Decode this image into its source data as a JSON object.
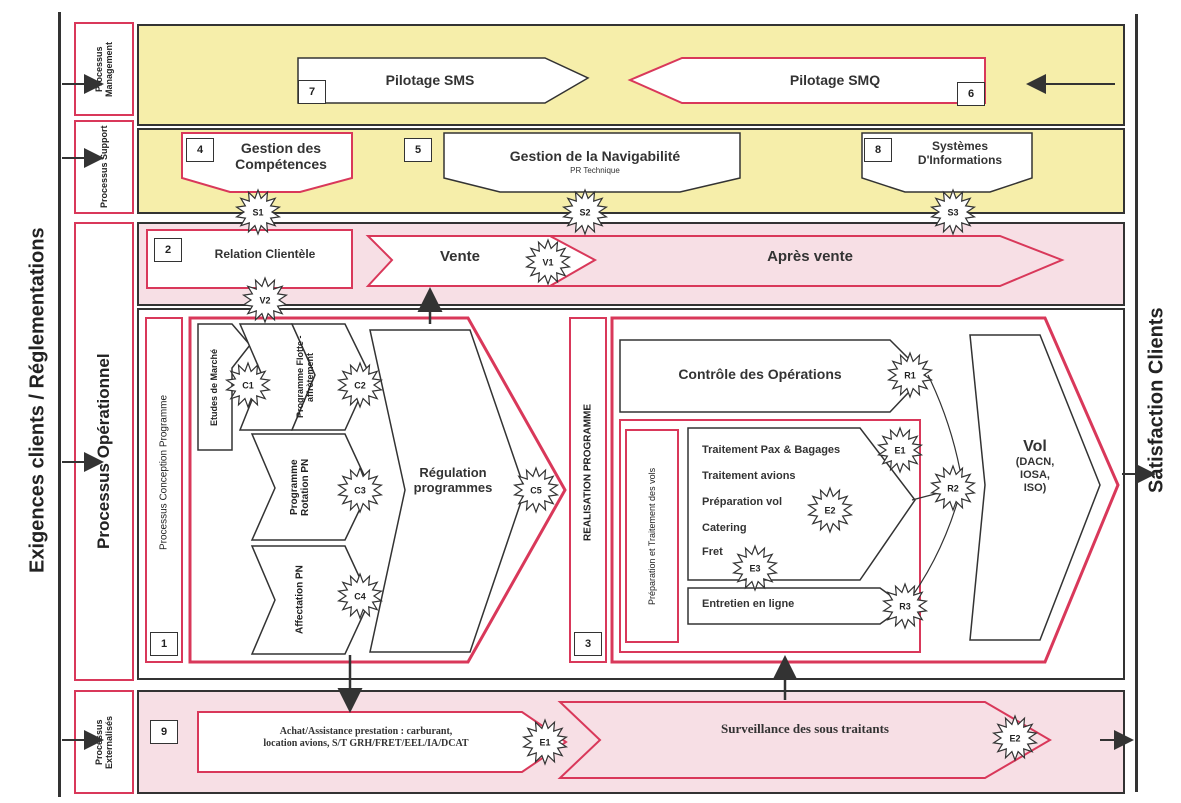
{
  "left_label": "Exigences clients / Réglementations",
  "right_label": "Satisfaction Clients",
  "row_labels": {
    "management": "Processus Management",
    "support": "Processus Support",
    "operational": "Processus Opérationnel",
    "external": "Processus Externalisés"
  },
  "management": {
    "sms": {
      "num": "7",
      "label": "Pilotage SMS"
    },
    "smq": {
      "num": "6",
      "label": "Pilotage SMQ"
    }
  },
  "support": {
    "competences": {
      "num": "4",
      "label_line1": "Gestion des",
      "label_line2": "Compétences"
    },
    "navigabilite": {
      "num": "5",
      "label": "Gestion de la Navigabilité",
      "sub": "PR Technique"
    },
    "systemes": {
      "num": "8",
      "label_line1": "Systèmes",
      "label_line2": "D'Informations"
    },
    "interfaces": [
      "S1",
      "S2",
      "S3"
    ]
  },
  "relation": {
    "num": "2",
    "label": "Relation Clientèle",
    "vente": "Vente",
    "apres_vente": "Après vente",
    "interfaces": [
      "V1",
      "V2"
    ]
  },
  "conception": {
    "vertical_label": "Processus Conception Programme",
    "num": "1",
    "etudes": "Etudes de Marché",
    "programme_flotte": "Programme Flotte - affrètement",
    "programme_rotation": "Programme Rotation PN",
    "affectation": "Affectation PN",
    "regulation_line1": "Régulation",
    "regulation_line2": "programmes",
    "interfaces": [
      "C1",
      "C2",
      "C3",
      "C4",
      "C5"
    ]
  },
  "realisation": {
    "vertical_label": "REALISATION PROGRAMME",
    "num": "3",
    "controle": "Contrôle des Opérations",
    "preparation_label": "Préparation et Traitement des vols",
    "items": [
      "Traitement Pax & Bagages",
      "Traitement avions",
      "Préparation vol",
      "Catering",
      "Fret"
    ],
    "entretien": "Entretien en ligne",
    "vol_title": "Vol",
    "vol_lines": [
      "(DACN,",
      "IOSA,",
      "ISO)"
    ],
    "interfaces": [
      "R1",
      "R2",
      "R3",
      "E1",
      "E2",
      "E3"
    ]
  },
  "externalises": {
    "num": "9",
    "achat_line1": "Achat/Assistance prestation : carburant,",
    "achat_line2": "location avions, S/T GRH/FRET/EEL/IA/DCAT",
    "surveillance": "Surveillance des sous traitants",
    "interfaces": [
      "E1",
      "E2"
    ]
  }
}
